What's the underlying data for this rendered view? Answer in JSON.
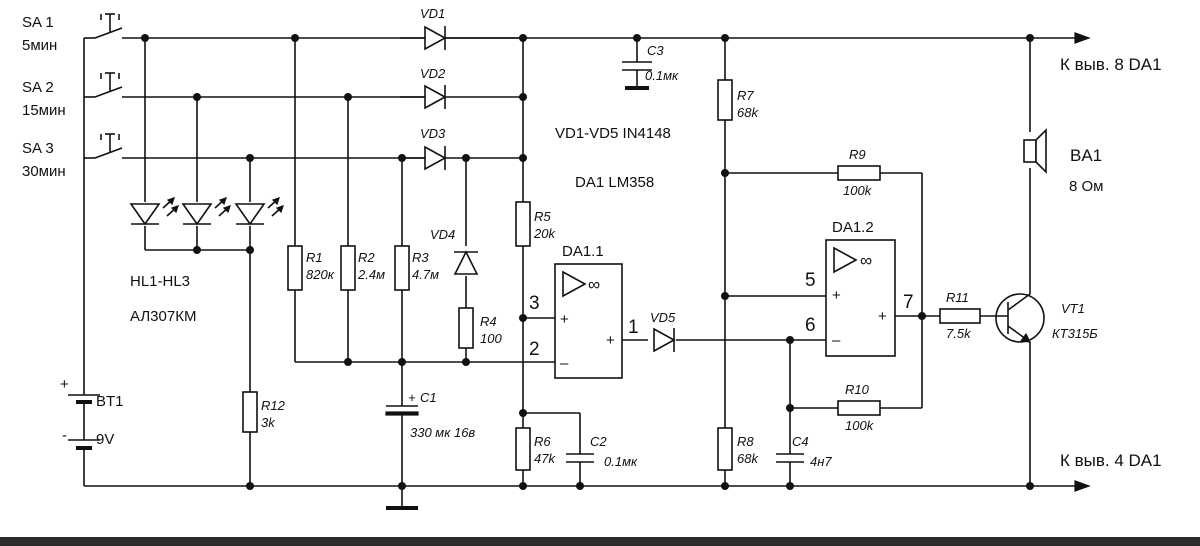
{
  "switches": {
    "sa1": "SA 1",
    "sa1_time": "5мин",
    "sa2": "SA 2",
    "sa2_time": "15мин",
    "sa3": "SA 3",
    "sa3_time": "30мин"
  },
  "outputs": {
    "top": "К выв. 8 DA1",
    "bottom": "К выв. 4 DA1"
  },
  "notes": {
    "diodes": "VD1-VD5 IN4148",
    "chip": "DA1 LM358"
  },
  "leds": {
    "name": "HL1-HL3",
    "type": "АЛ307КМ"
  },
  "battery": {
    "name": "BT1",
    "value": "9V",
    "plus": "+",
    "minus": "-"
  },
  "speaker": {
    "name": "BA1",
    "value": "8 Ом"
  },
  "transistor": {
    "name": "VT1",
    "type": "КТ315Б"
  },
  "opamps": {
    "u1": "DA1.1",
    "u2": "DA1.2",
    "inf": "∞",
    "plus": "+",
    "minus": "–",
    "p1": "1",
    "p2": "2",
    "p3": "3",
    "p5": "5",
    "p6": "6",
    "p7": "7"
  },
  "diodes": {
    "vd1": "VD1",
    "vd2": "VD2",
    "vd3": "VD3",
    "vd4": "VD4",
    "vd5": "VD5"
  },
  "resistors": {
    "r1": {
      "name": "R1",
      "value": "820к"
    },
    "r2": {
      "name": "R2",
      "value": "2.4м"
    },
    "r3": {
      "name": "R3",
      "value": "4.7м"
    },
    "r4": {
      "name": "R4",
      "value": "100"
    },
    "r5": {
      "name": "R5",
      "value": "20k"
    },
    "r6": {
      "name": "R6",
      "value": "47k"
    },
    "r7": {
      "name": "R7",
      "value": "68k"
    },
    "r8": {
      "name": "R8",
      "value": "68k"
    },
    "r9": {
      "name": "R9",
      "value": "100k"
    },
    "r10": {
      "name": "R10",
      "value": "100k"
    },
    "r11": {
      "name": "R11",
      "value": "7.5k"
    },
    "r12": {
      "name": "R12",
      "value": "3k"
    }
  },
  "capacitors": {
    "c1": {
      "name": "C1",
      "value": "330 мк 16в",
      "plus": "+"
    },
    "c2": {
      "name": "C2",
      "value": "0.1мк"
    },
    "c3": {
      "name": "C3",
      "value": "0.1мк"
    },
    "c4": {
      "name": "C4",
      "value": "4н7"
    }
  }
}
